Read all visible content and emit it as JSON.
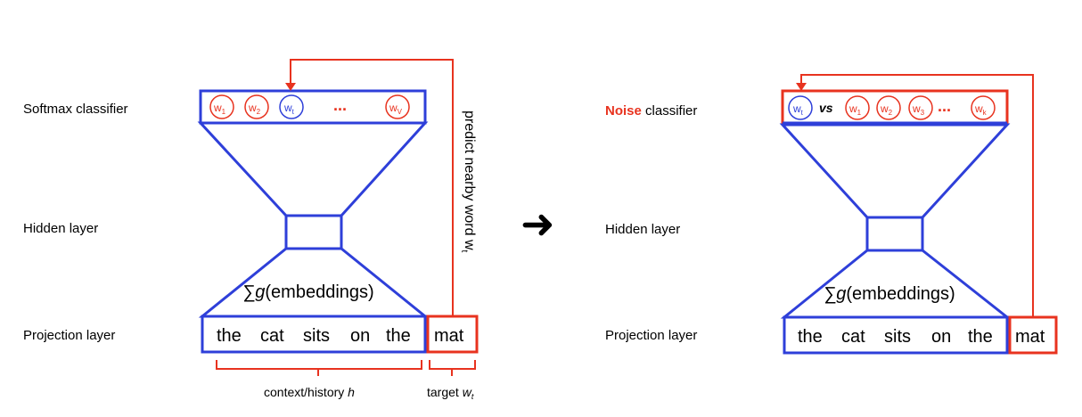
{
  "left": {
    "row_labels": {
      "softmax": "Softmax classifier",
      "hidden": "Hidden layer",
      "projection": "Projection layer"
    },
    "softmax_words": [
      {
        "base": "w",
        "sub": "1",
        "color": "#e8331f"
      },
      {
        "base": "w",
        "sub": "2",
        "color": "#e8331f"
      },
      {
        "base": "w",
        "sub": "t",
        "color": "#2e3fd9"
      },
      {
        "base": "w",
        "sub": "V",
        "color": "#e8331f"
      }
    ],
    "ellipsis": "...",
    "embeddings_text": "(embeddings)",
    "embeddings_sum": "∑g",
    "context_words": [
      "the",
      "cat",
      "sits",
      "on",
      "the"
    ],
    "target_word": "mat",
    "predict_label": "predict nearby word w",
    "predict_sub": "t",
    "context_caption": "context/history ",
    "context_caption_var": "h",
    "target_caption": "target ",
    "target_caption_var": "w",
    "target_caption_sub": "t"
  },
  "arrow": "➜",
  "right": {
    "row_labels": {
      "noise_highlight": "Noise",
      "noise_rest": " classifier",
      "hidden": "Hidden layer",
      "projection": "Projection layer"
    },
    "target_word_circle": {
      "base": "w",
      "sub": "t",
      "color": "#2e3fd9"
    },
    "vs": "vs",
    "noise_words": [
      {
        "base": "w",
        "sub": "1",
        "color": "#e8331f"
      },
      {
        "base": "w",
        "sub": "2",
        "color": "#e8331f"
      },
      {
        "base": "w",
        "sub": "3",
        "color": "#e8331f"
      },
      {
        "base": "w",
        "sub": "k",
        "color": "#e8331f"
      }
    ],
    "ellipsis": "...",
    "embeddings_text": "(embeddings)",
    "embeddings_sum": "∑g",
    "context_words": [
      "the",
      "cat",
      "sits",
      "on",
      "the"
    ],
    "target_word": "mat"
  },
  "colors": {
    "blue": "#2e3fd9",
    "red": "#e8331f",
    "black": "#000000"
  }
}
